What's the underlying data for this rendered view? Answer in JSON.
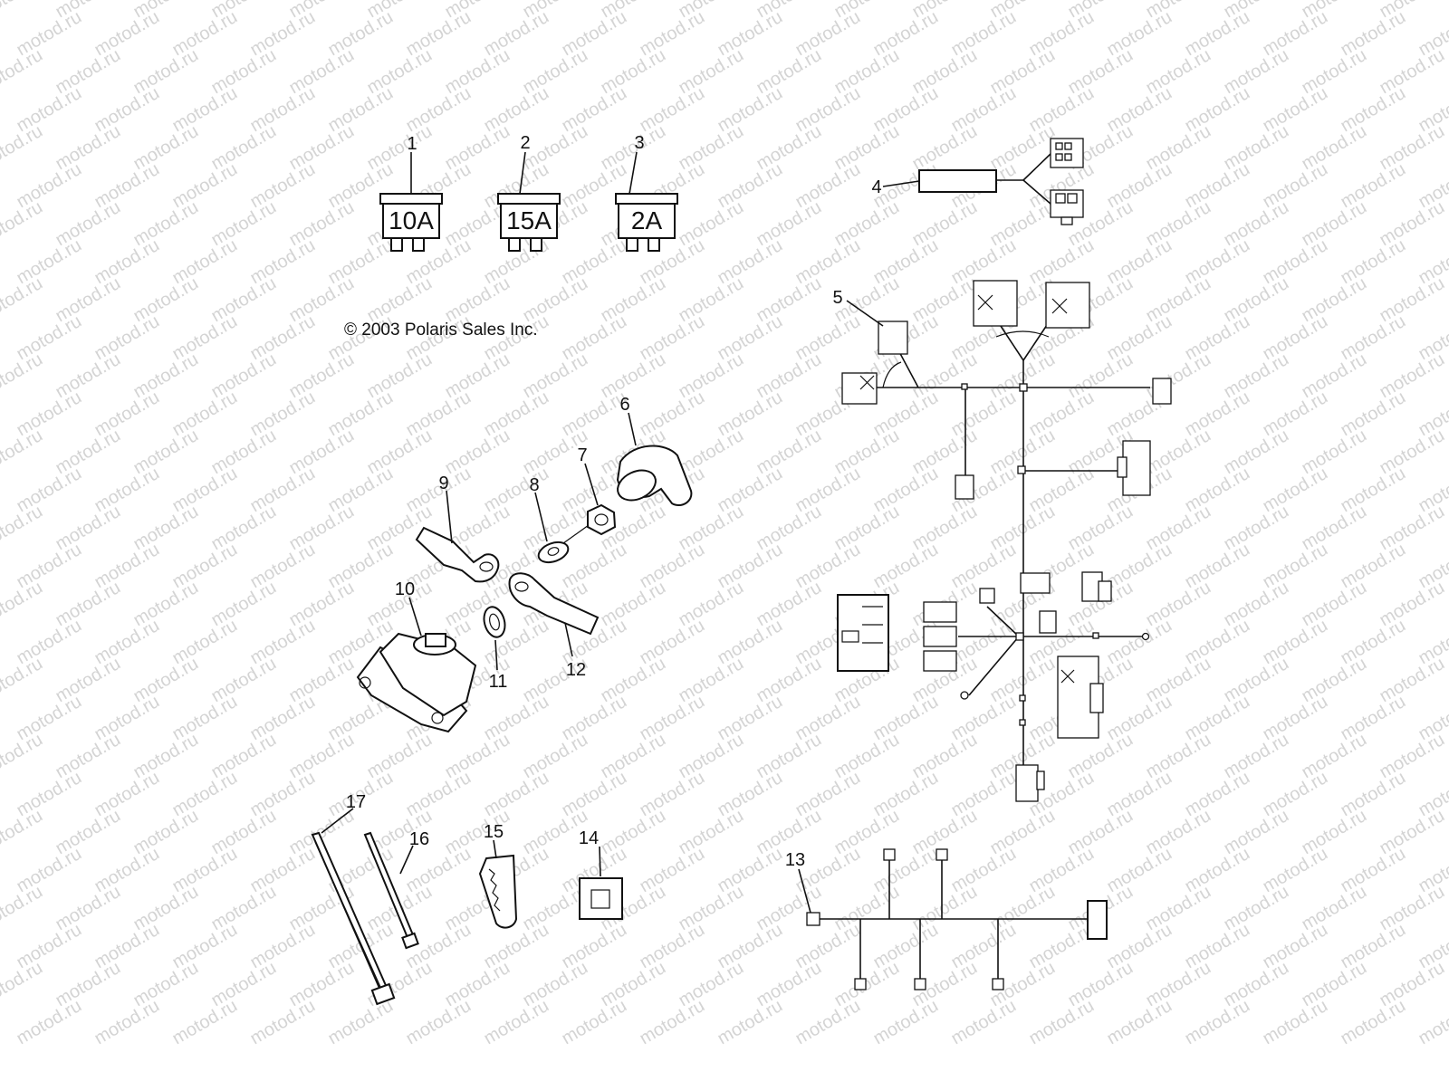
{
  "watermark": {
    "text": "motod.ru"
  },
  "copyright": "© 2003 Polaris Sales Inc.",
  "callouts": [
    "1",
    "2",
    "3",
    "4",
    "5",
    "6",
    "7",
    "8",
    "9",
    "10",
    "11",
    "12",
    "13",
    "14",
    "15",
    "16",
    "17"
  ],
  "fuses": [
    {
      "callout": "1",
      "rating": "10A"
    },
    {
      "callout": "2",
      "rating": "15A"
    },
    {
      "callout": "3",
      "rating": "2A"
    }
  ],
  "colors": {
    "line": "#111111",
    "watermark": "#d4d4d4",
    "background": "#ffffff"
  }
}
